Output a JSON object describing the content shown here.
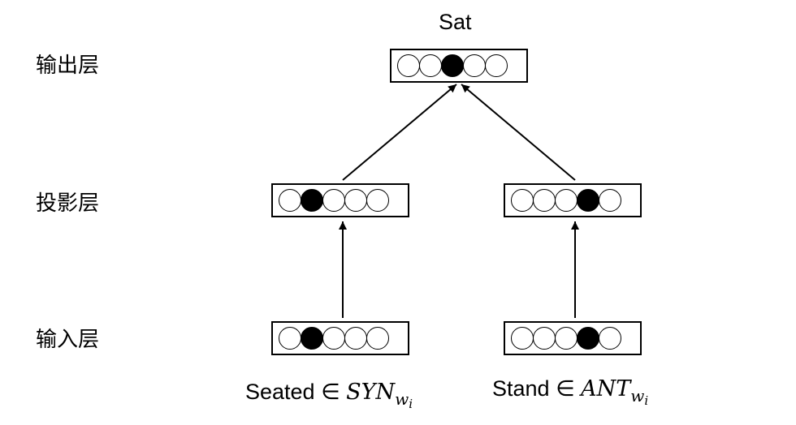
{
  "output_label": "Sat",
  "layers": {
    "output": "输出层",
    "projection": "投影层",
    "input": "输入层"
  },
  "vectors": {
    "output": {
      "size": 5,
      "active": 2
    },
    "proj_left": {
      "size": 5,
      "active": 1
    },
    "proj_right": {
      "size": 5,
      "active": 3
    },
    "input_left": {
      "size": 5,
      "active": 1
    },
    "input_right": {
      "size": 5,
      "active": 3
    }
  },
  "captions": {
    "left": {
      "word": "Seated",
      "symbol": "∈",
      "set": "SYN",
      "sub": "w",
      "subsub": "i"
    },
    "right": {
      "word": "Stand",
      "symbol": "∈",
      "set": "ANT",
      "sub": "w",
      "subsub": "i"
    }
  },
  "colors": {
    "line": "#000000",
    "active_dot": "#000000",
    "inactive_dot": "#ffffff"
  }
}
